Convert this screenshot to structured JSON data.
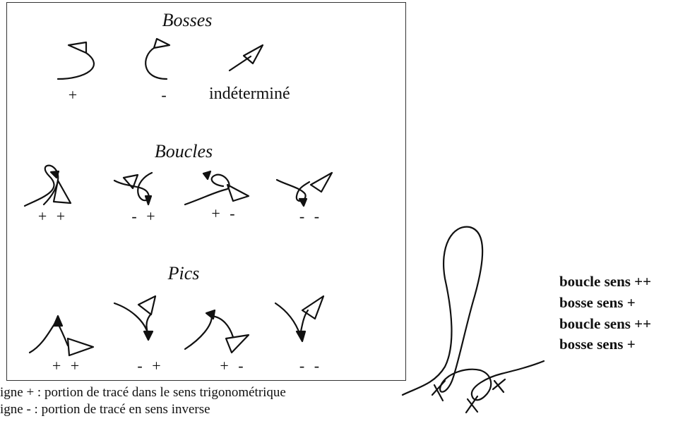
{
  "sections": {
    "bosses": {
      "title": "Bosses",
      "signs": [
        "+",
        "-"
      ],
      "undetermined": "indéterminé"
    },
    "boucles": {
      "title": "Boucles",
      "signs": [
        "+ +",
        "- +",
        "+ -",
        "- -"
      ]
    },
    "pics": {
      "title": "Pics",
      "signs": [
        "+ +",
        "- +",
        "+ -",
        "- -"
      ]
    }
  },
  "legend": [
    "igne + : portion de tracé dans le sens trigonométrique",
    "igne - : portion de tracé en sens inverse"
  ],
  "example_labels": [
    "boucle sens ++",
    "bosse sens +",
    "boucle sens ++",
    "bosse sens +"
  ]
}
